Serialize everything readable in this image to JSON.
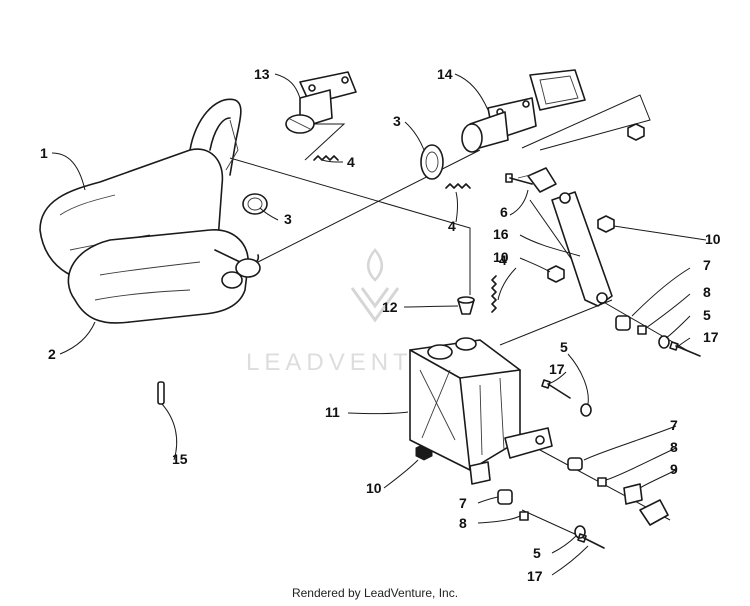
{
  "watermark": {
    "text": "LEADVENTURE"
  },
  "footer": {
    "text": "Rendered by LeadVenture, Inc."
  },
  "callouts": {
    "c1": "1",
    "c2": "2",
    "c3a": "3",
    "c3b": "3",
    "c4a": "4",
    "c4b": "4",
    "c4c": "4",
    "c5a": "5",
    "c5b": "5",
    "c5c": "5",
    "c6": "6",
    "c7a": "7",
    "c7b": "7",
    "c7c": "7",
    "c8a": "8",
    "c8b": "8",
    "c8c": "8",
    "c9": "9",
    "c10a": "10",
    "c10b": "10",
    "c10c": "10",
    "c11": "11",
    "c12": "12",
    "c13": "13",
    "c14": "14",
    "c15": "15",
    "c16": "16",
    "c17a": "17",
    "c17b": "17",
    "c17c": "17"
  }
}
